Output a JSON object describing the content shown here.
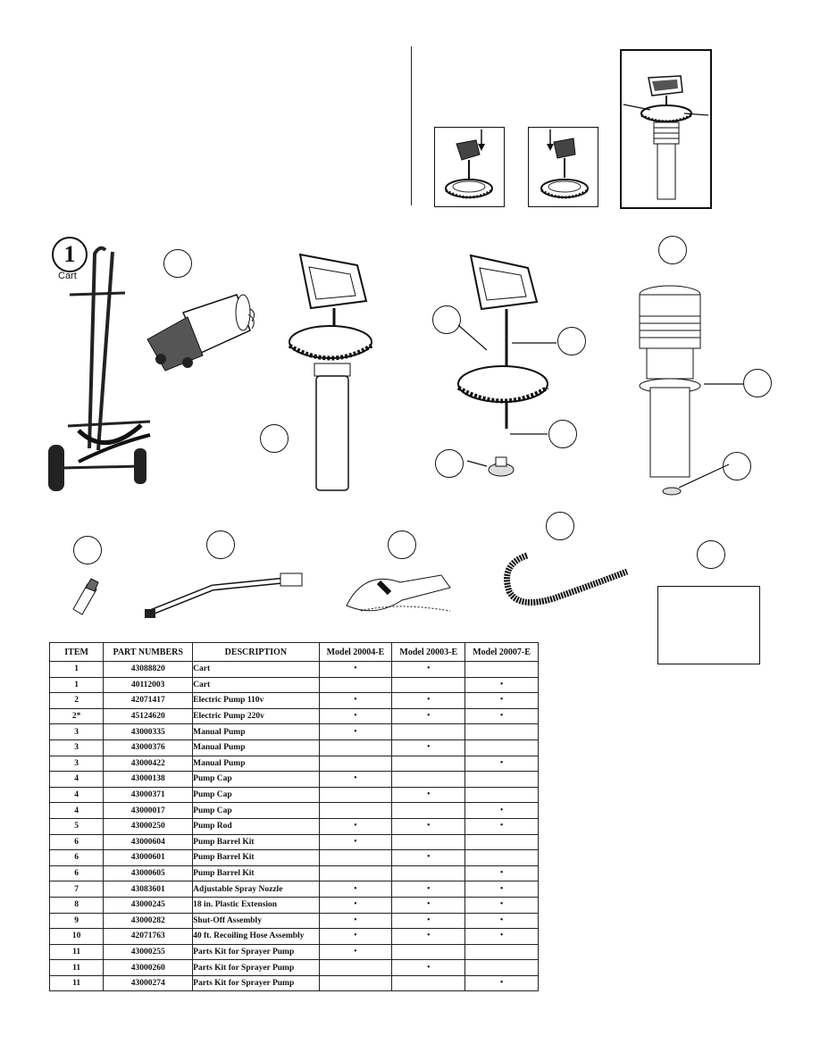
{
  "diagram": {
    "cart_callout_number": "1",
    "cart_label": "Cart"
  },
  "table": {
    "headers": {
      "item": "ITEM",
      "part_numbers": "PART NUMBERS",
      "description": "DESCRIPTION",
      "model_a": "Model 20004-E",
      "model_b": "Model 20003-E",
      "model_c": "Model 20007-E"
    },
    "rows": [
      {
        "item": "1",
        "part": "43088820",
        "desc": "Cart",
        "a": "•",
        "b": "•",
        "c": ""
      },
      {
        "item": "1",
        "part": "40112003",
        "desc": "Cart",
        "a": "",
        "b": "",
        "c": "•"
      },
      {
        "item": "2",
        "part": "42071417",
        "desc": "Electric Pump 110v",
        "a": "•",
        "b": "•",
        "c": "•"
      },
      {
        "item": "2*",
        "part": "45124620",
        "desc": "Electric Pump 220v",
        "a": "•",
        "b": "•",
        "c": "•"
      },
      {
        "item": "3",
        "part": "43000335",
        "desc": "Manual Pump",
        "a": "•",
        "b": "",
        "c": ""
      },
      {
        "item": "3",
        "part": "43000376",
        "desc": "Manual Pump",
        "a": "",
        "b": "•",
        "c": ""
      },
      {
        "item": "3",
        "part": "43000422",
        "desc": "Manual Pump",
        "a": "",
        "b": "",
        "c": "•"
      },
      {
        "item": "4",
        "part": "43000138",
        "desc": "Pump Cap",
        "a": "•",
        "b": "",
        "c": ""
      },
      {
        "item": "4",
        "part": "43000371",
        "desc": "Pump Cap",
        "a": "",
        "b": "•",
        "c": ""
      },
      {
        "item": "4",
        "part": "43000017",
        "desc": "Pump Cap",
        "a": "",
        "b": "",
        "c": "•"
      },
      {
        "item": "5",
        "part": "43000250",
        "desc": "Pump Rod",
        "a": "•",
        "b": "•",
        "c": "•"
      },
      {
        "item": "6",
        "part": "43000604",
        "desc": "Pump Barrel Kit",
        "a": "•",
        "b": "",
        "c": ""
      },
      {
        "item": "6",
        "part": "43000601",
        "desc": "Pump Barrel Kit",
        "a": "",
        "b": "•",
        "c": ""
      },
      {
        "item": "6",
        "part": "43000605",
        "desc": "Pump Barrel Kit",
        "a": "",
        "b": "",
        "c": "•"
      },
      {
        "item": "7",
        "part": "43083601",
        "desc": "Adjustable Spray Nozzle",
        "a": "•",
        "b": "•",
        "c": "•"
      },
      {
        "item": "8",
        "part": "43000245",
        "desc": "18 in. Plastic Extension",
        "a": "•",
        "b": "•",
        "c": "•"
      },
      {
        "item": "9",
        "part": "43000282",
        "desc": "Shut-Off Assembly",
        "a": "•",
        "b": "•",
        "c": "•"
      },
      {
        "item": "10",
        "part": "42071763",
        "desc": "40 ft. Recoiling Hose Assembly",
        "a": "•",
        "b": "•",
        "c": "•"
      },
      {
        "item": "11",
        "part": "43000255",
        "desc": "Parts Kit for Sprayer Pump",
        "a": "•",
        "b": "",
        "c": ""
      },
      {
        "item": "11",
        "part": "43000260",
        "desc": "Parts Kit for Sprayer Pump",
        "a": "",
        "b": "•",
        "c": ""
      },
      {
        "item": "11",
        "part": "43000274",
        "desc": "Parts Kit for Sprayer Pump",
        "a": "",
        "b": "",
        "c": "•"
      }
    ]
  }
}
